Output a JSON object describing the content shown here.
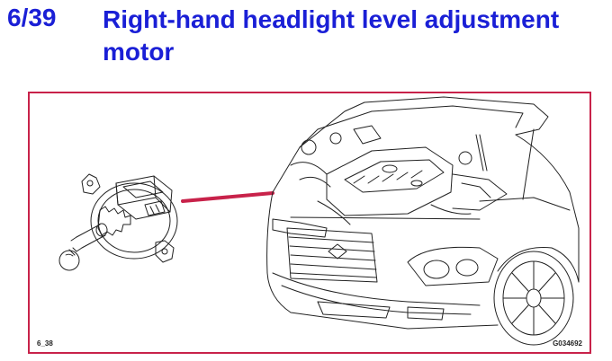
{
  "header": {
    "reference": "6/39",
    "title": "Right-hand headlight level adjustment motor"
  },
  "figure": {
    "code_left": "6_38",
    "code_right": "G034692",
    "frame_color": "#c8224a",
    "leader_color": "#c8224a",
    "title_color": "#1a1fd6"
  }
}
